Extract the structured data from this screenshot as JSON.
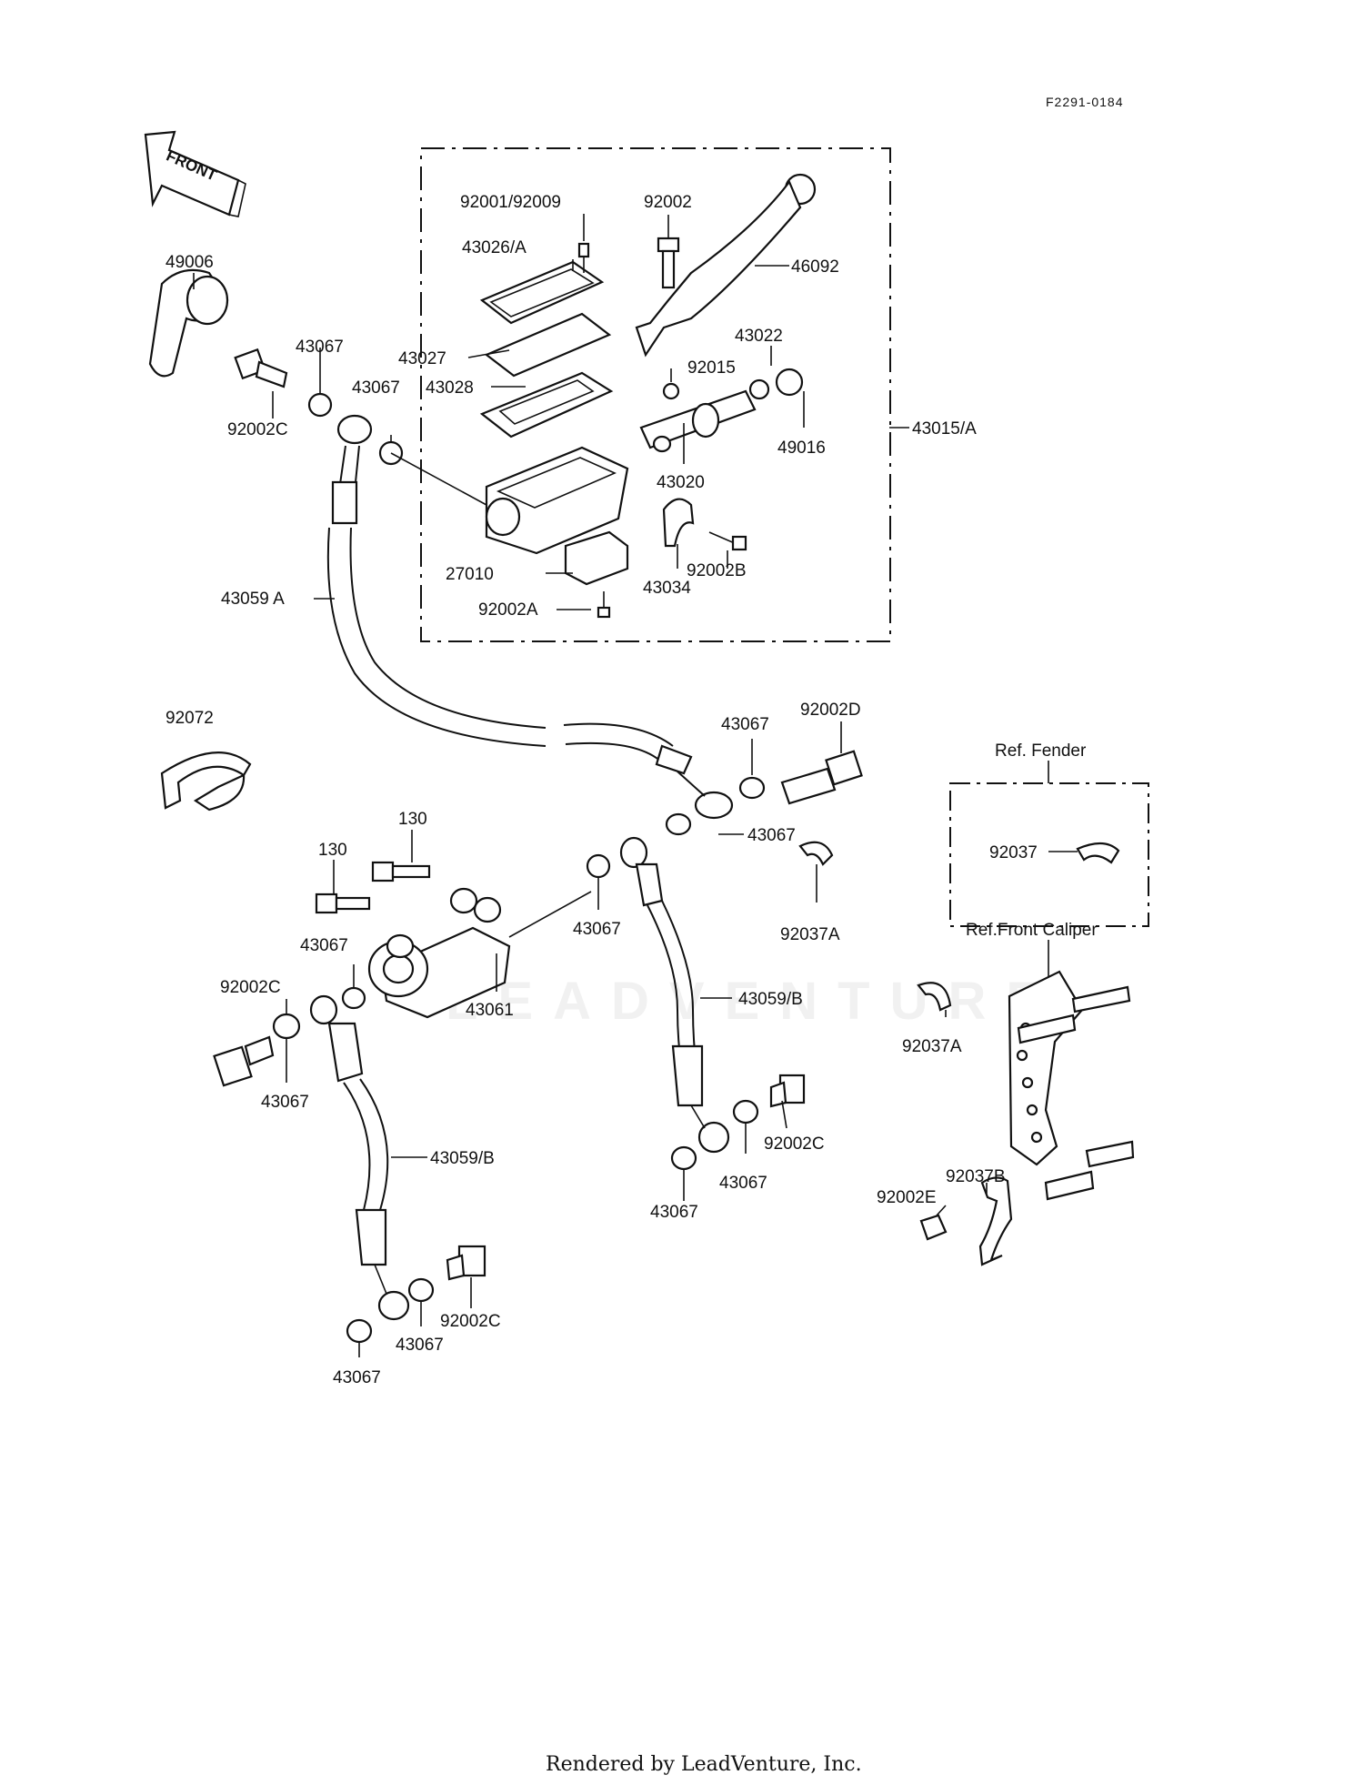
{
  "doc_code": "F2291-0184",
  "front_label": "FRONT",
  "watermark": "LEADVENTURE",
  "footer": "Rendered by LeadVenture, Inc.",
  "ref_boxes": {
    "fender_title": "Ref. Fender",
    "caliper_title": "Ref.Front Caliper"
  },
  "callouts": [
    {
      "id": "49006",
      "text": "49006"
    },
    {
      "id": "92001_92009",
      "text": "92001/92009"
    },
    {
      "id": "92002",
      "text": "92002"
    },
    {
      "id": "43026A",
      "text": "43026/A"
    },
    {
      "id": "46092",
      "text": "46092"
    },
    {
      "id": "43067_a",
      "text": "43067"
    },
    {
      "id": "43027",
      "text": "43027"
    },
    {
      "id": "43067_b",
      "text": "43067"
    },
    {
      "id": "43022",
      "text": "43022"
    },
    {
      "id": "92015",
      "text": "92015"
    },
    {
      "id": "43028",
      "text": "43028"
    },
    {
      "id": "92002C_a",
      "text": "92002C"
    },
    {
      "id": "49016",
      "text": "49016"
    },
    {
      "id": "43015A",
      "text": "43015/A"
    },
    {
      "id": "43020",
      "text": "43020"
    },
    {
      "id": "27010",
      "text": "27010"
    },
    {
      "id": "92002B",
      "text": "92002B"
    },
    {
      "id": "43034",
      "text": "43034"
    },
    {
      "id": "92002A",
      "text": "92002A"
    },
    {
      "id": "43059A",
      "text": "43059 A"
    },
    {
      "id": "92072",
      "text": "92072"
    },
    {
      "id": "43067_c",
      "text": "43067"
    },
    {
      "id": "92002D",
      "text": "92002D"
    },
    {
      "id": "130_a",
      "text": "130"
    },
    {
      "id": "43067_d",
      "text": "43067"
    },
    {
      "id": "130_b",
      "text": "130"
    },
    {
      "id": "92037",
      "text": "92037"
    },
    {
      "id": "43067_e",
      "text": "43067"
    },
    {
      "id": "92037A_a",
      "text": "92037A"
    },
    {
      "id": "43067_f",
      "text": "43067"
    },
    {
      "id": "43061",
      "text": "43061"
    },
    {
      "id": "92002C_b",
      "text": "92002C"
    },
    {
      "id": "43059B_a",
      "text": "43059/B"
    },
    {
      "id": "92037A_b",
      "text": "92037A"
    },
    {
      "id": "43067_g",
      "text": "43067"
    },
    {
      "id": "92002C_c",
      "text": "92002C"
    },
    {
      "id": "43059B_b",
      "text": "43059/B"
    },
    {
      "id": "92037B",
      "text": "92037B"
    },
    {
      "id": "43067_h",
      "text": "43067"
    },
    {
      "id": "92002E",
      "text": "92002E"
    },
    {
      "id": "43067_i",
      "text": "43067"
    },
    {
      "id": "92002C_d",
      "text": "92002C"
    },
    {
      "id": "43067_j",
      "text": "43067"
    },
    {
      "id": "43067_k",
      "text": "43067"
    }
  ]
}
